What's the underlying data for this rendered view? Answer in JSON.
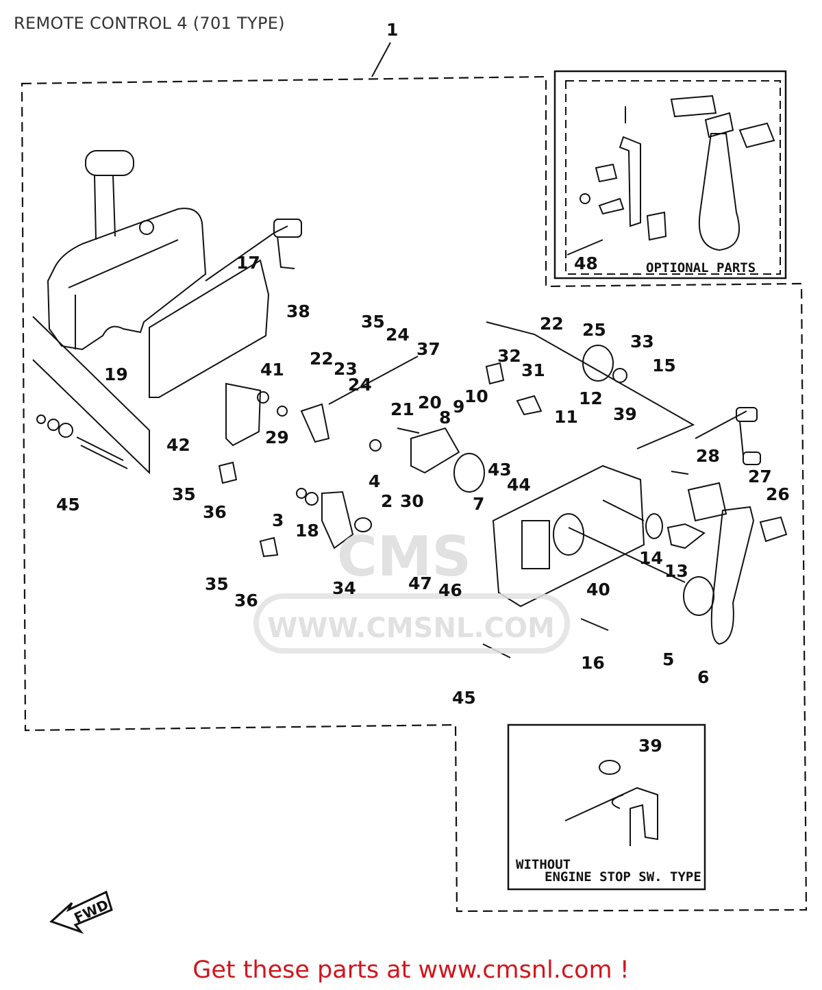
{
  "title": "REMOTE CONTROL 4 (701 TYPE)",
  "cta": "Get these parts at www.cmsnl.com !",
  "watermark": {
    "logo": "CMS",
    "url": "WWW.CMSNL.COM"
  },
  "fwd_label": "FWD",
  "boxes": {
    "optional": "OPTIONAL PARTS",
    "without_line1": "WITHOUT",
    "without_line2": "ENGINE STOP SW. TYPE"
  },
  "colors": {
    "cta": "#d2151c",
    "line": "#111111",
    "watermark": "#dcdcdc"
  },
  "labels": [
    "1",
    "17",
    "19",
    "38",
    "45",
    "35",
    "24",
    "37",
    "22",
    "23",
    "24",
    "20",
    "21",
    "41",
    "42",
    "29",
    "35",
    "36",
    "4",
    "30",
    "7",
    "8",
    "9",
    "10",
    "32",
    "31",
    "22",
    "25",
    "33",
    "15",
    "12",
    "11",
    "39",
    "28",
    "27",
    "26",
    "43",
    "44",
    "3",
    "2",
    "18",
    "34",
    "35",
    "36",
    "47",
    "46",
    "40",
    "14",
    "13",
    "5",
    "6",
    "16",
    "45",
    "48",
    "39"
  ]
}
